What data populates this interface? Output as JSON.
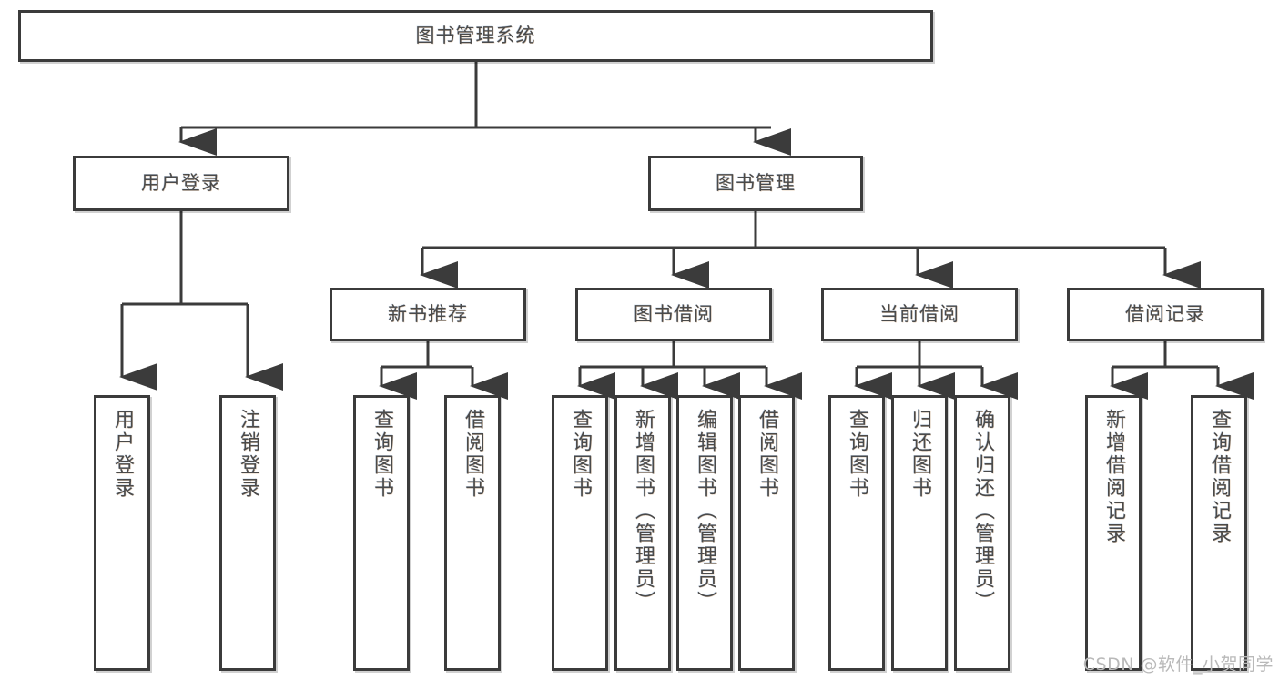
{
  "diagram": {
    "type": "tree-hierarchy-chart",
    "title_node": "图书管理系统",
    "colors": {
      "border": "#3b3b3b",
      "text": "#4a4a4a",
      "background": "#ffffff",
      "watermark": "#b9b9b9"
    },
    "levels": {
      "root": {
        "label": "图书管理系统"
      },
      "level2": [
        {
          "label": "用户登录"
        },
        {
          "label": "图书管理"
        }
      ],
      "level3": [
        {
          "label": "新书推荐"
        },
        {
          "label": "图书借阅"
        },
        {
          "label": "当前借阅"
        },
        {
          "label": "借阅记录"
        }
      ],
      "leaves": {
        "user_login": [
          {
            "label": "用户登录"
          },
          {
            "label": "注销登录"
          }
        ],
        "new_book_recommend": [
          {
            "label": "查询图书"
          },
          {
            "label": "借阅图书"
          }
        ],
        "book_borrow": [
          {
            "label": "查询图书"
          },
          {
            "label": "新增图书（管理员）"
          },
          {
            "label": "编辑图书（管理员）"
          },
          {
            "label": "借阅图书"
          }
        ],
        "current_borrow": [
          {
            "label": "查询图书"
          },
          {
            "label": "归还图书"
          },
          {
            "label": "确认归还（管理员）"
          }
        ],
        "borrow_records": [
          {
            "label": "新增借阅记录"
          },
          {
            "label": "查询借阅记录"
          }
        ]
      }
    }
  },
  "watermark": {
    "text": "CSDN @软件_小贺同学"
  }
}
